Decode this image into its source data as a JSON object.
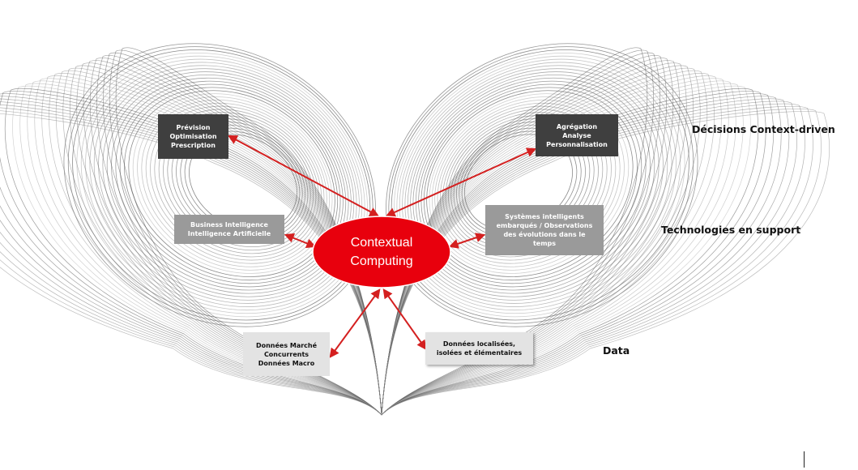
{
  "center": {
    "line1": "Contextual",
    "line2": "Computing",
    "fill": "#e8000d"
  },
  "arrow_color": "#d42020",
  "boxes": {
    "top_left": {
      "lines": [
        "Prévision",
        "Optimisation",
        "Prescription"
      ]
    },
    "top_right": {
      "lines": [
        "Agrégation",
        "Analyse",
        "Personnalisation"
      ]
    },
    "mid_left": {
      "lines": [
        "Business Intelligence",
        "Intelligence Artificielle"
      ]
    },
    "mid_right": {
      "lines": [
        "Systèmes intelligents",
        "embarqués / Observations",
        "des évolutions dans le",
        "temps"
      ]
    },
    "bottom_left": {
      "lines": [
        "Données Marché",
        "Concurrents",
        "Données Macro"
      ]
    },
    "bottom_right": {
      "lines": [
        "Données localisées,",
        "isolées et élémentaires"
      ]
    }
  },
  "side_labels": {
    "decisions": "Décisions Context-driven",
    "technologies": "Technologies en support",
    "data": "Data"
  }
}
